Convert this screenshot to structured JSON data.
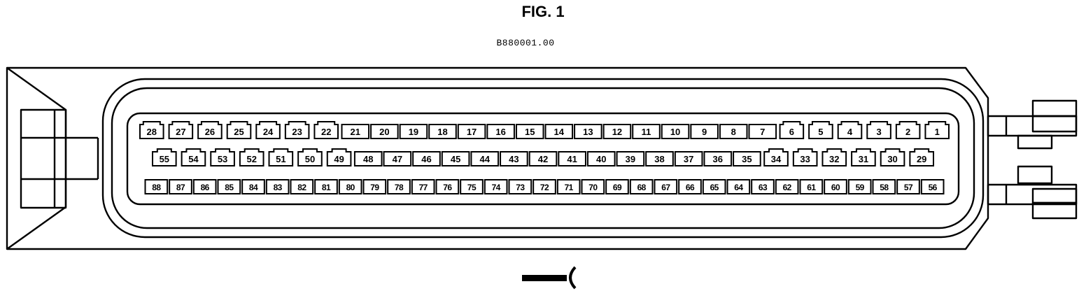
{
  "figure": {
    "title": "FIG. 1",
    "code": "B880001.00"
  },
  "connector": {
    "rows": [
      {
        "row": "top",
        "pins": [
          {
            "n": "28",
            "key": true
          },
          {
            "n": "27",
            "key": true
          },
          {
            "n": "26",
            "key": true
          },
          {
            "n": "25",
            "key": true
          },
          {
            "n": "24",
            "key": true
          },
          {
            "n": "23",
            "key": true
          },
          {
            "n": "22",
            "key": true
          },
          {
            "n": "21"
          },
          {
            "n": "20"
          },
          {
            "n": "19"
          },
          {
            "n": "18"
          },
          {
            "n": "17"
          },
          {
            "n": "16"
          },
          {
            "n": "15"
          },
          {
            "n": "14"
          },
          {
            "n": "13"
          },
          {
            "n": "12"
          },
          {
            "n": "11"
          },
          {
            "n": "10"
          },
          {
            "n": "9"
          },
          {
            "n": "8"
          },
          {
            "n": "7"
          },
          {
            "n": "6",
            "key": true
          },
          {
            "n": "5",
            "key": true
          },
          {
            "n": "4",
            "key": true
          },
          {
            "n": "3",
            "key": true
          },
          {
            "n": "2",
            "key": true
          },
          {
            "n": "1",
            "key": true
          }
        ]
      },
      {
        "row": "middle",
        "pins": [
          {
            "n": "55",
            "key": true
          },
          {
            "n": "54",
            "key": true
          },
          {
            "n": "53",
            "key": true
          },
          {
            "n": "52",
            "key": true
          },
          {
            "n": "51",
            "key": true
          },
          {
            "n": "50",
            "key": true
          },
          {
            "n": "49",
            "key": true
          },
          {
            "n": "48"
          },
          {
            "n": "47"
          },
          {
            "n": "46"
          },
          {
            "n": "45"
          },
          {
            "n": "44"
          },
          {
            "n": "43"
          },
          {
            "n": "42"
          },
          {
            "n": "41"
          },
          {
            "n": "40"
          },
          {
            "n": "39"
          },
          {
            "n": "38"
          },
          {
            "n": "37"
          },
          {
            "n": "36"
          },
          {
            "n": "35"
          },
          {
            "n": "34",
            "key": true
          },
          {
            "n": "33",
            "key": true
          },
          {
            "n": "32",
            "key": true
          },
          {
            "n": "31",
            "key": true
          },
          {
            "n": "30",
            "key": true
          },
          {
            "n": "29",
            "key": true
          }
        ]
      },
      {
        "row": "bottom",
        "pins": [
          {
            "n": "88"
          },
          {
            "n": "87"
          },
          {
            "n": "86"
          },
          {
            "n": "85"
          },
          {
            "n": "84"
          },
          {
            "n": "83"
          },
          {
            "n": "82"
          },
          {
            "n": "81"
          },
          {
            "n": "80"
          },
          {
            "n": "79"
          },
          {
            "n": "78"
          },
          {
            "n": "77"
          },
          {
            "n": "76"
          },
          {
            "n": "75"
          },
          {
            "n": "74"
          },
          {
            "n": "73"
          },
          {
            "n": "72"
          },
          {
            "n": "71"
          },
          {
            "n": "70"
          },
          {
            "n": "69"
          },
          {
            "n": "68"
          },
          {
            "n": "67"
          },
          {
            "n": "66"
          },
          {
            "n": "65"
          },
          {
            "n": "64"
          },
          {
            "n": "63"
          },
          {
            "n": "62"
          },
          {
            "n": "61"
          },
          {
            "n": "60"
          },
          {
            "n": "59"
          },
          {
            "n": "58"
          },
          {
            "n": "57"
          },
          {
            "n": "56"
          }
        ]
      }
    ]
  }
}
